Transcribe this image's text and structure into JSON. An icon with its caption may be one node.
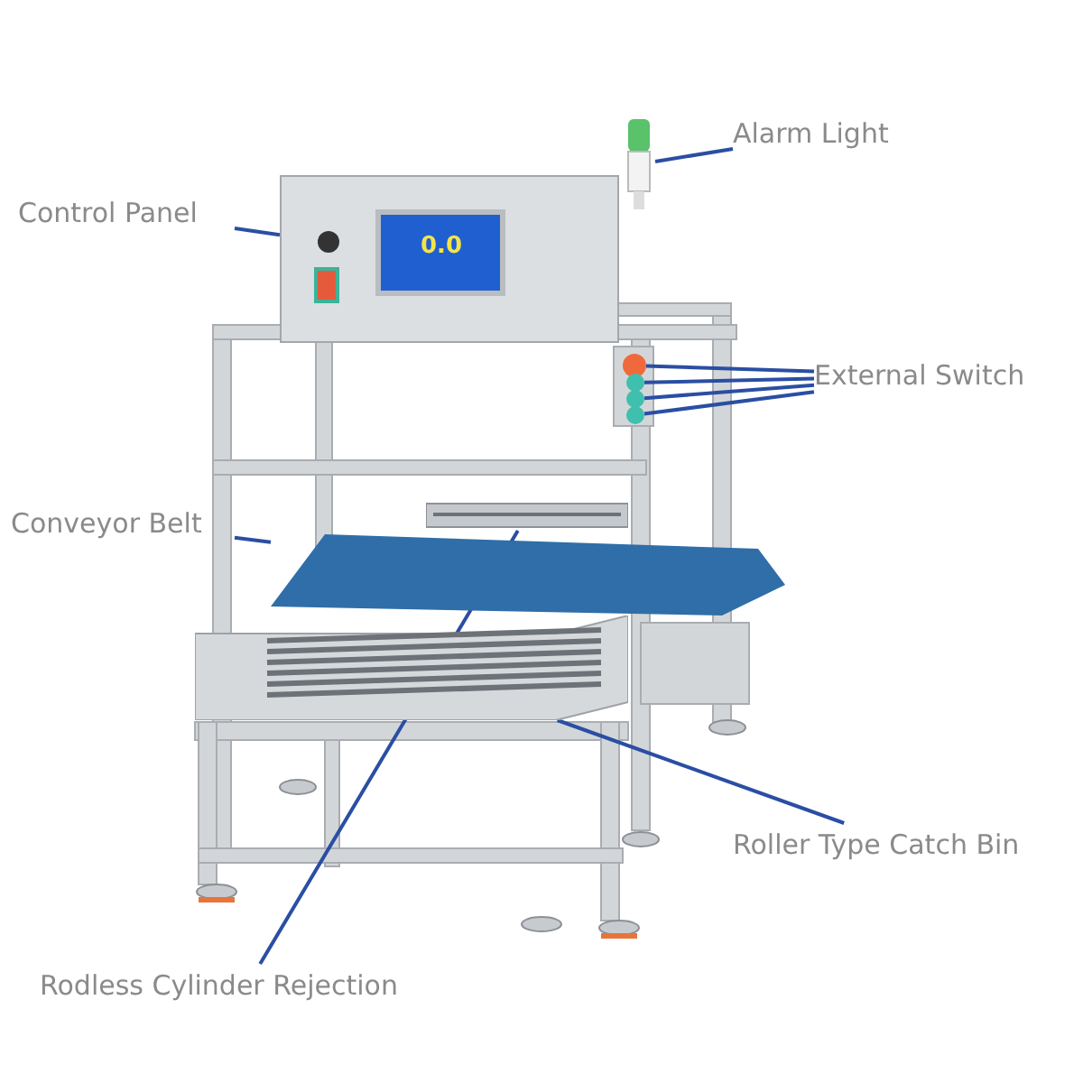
{
  "diagram": {
    "nodes": [
      {
        "text": [
          "Control Panel"
        ]
      },
      {
        "text": [],
        "shape": "box"
      },
      {
        "text": [
          "Alarm Light"
        ]
      },
      {
        "text": [],
        "shape": "cylinder"
      },
      {
        "text": [
          "External Switch"
        ]
      },
      {
        "text": [],
        "shape": "circle"
      },
      {
        "text": [],
        "shape": "circle"
      },
      {
        "text": [],
        "shape": "circle"
      },
      {
        "text": [],
        "shape": "circle"
      },
      {
        "text": [
          "Conveyor Belt"
        ]
      },
      {
        "text": [],
        "shape": "bar"
      },
      {
        "text": [
          "Roller Type Catch Bin"
        ]
      },
      {
        "text": [],
        "shape": "box"
      },
      {
        "text": [
          "Rodless Cylinder Rejection"
        ]
      },
      {
        "text": [],
        "shape": "bar"
      }
    ],
    "edges": [
      {
        "from": 0,
        "to": 1,
        "arrow": "none"
      },
      {
        "from": 2,
        "to": 3,
        "arrow": "none"
      },
      {
        "from": 4,
        "to": 5,
        "arrow": "none"
      },
      {
        "from": 4,
        "to": 6,
        "arrow": "none"
      },
      {
        "from": 4,
        "to": 7,
        "arrow": "none"
      },
      {
        "from": 4,
        "to": 8,
        "arrow": "none"
      },
      {
        "from": 9,
        "to": 10,
        "arrow": "none"
      },
      {
        "from": 11,
        "to": 12,
        "arrow": "none"
      },
      {
        "from": 13,
        "to": 14,
        "arrow": "none"
      }
    ],
    "labels": [
      "0.0"
    ]
  }
}
